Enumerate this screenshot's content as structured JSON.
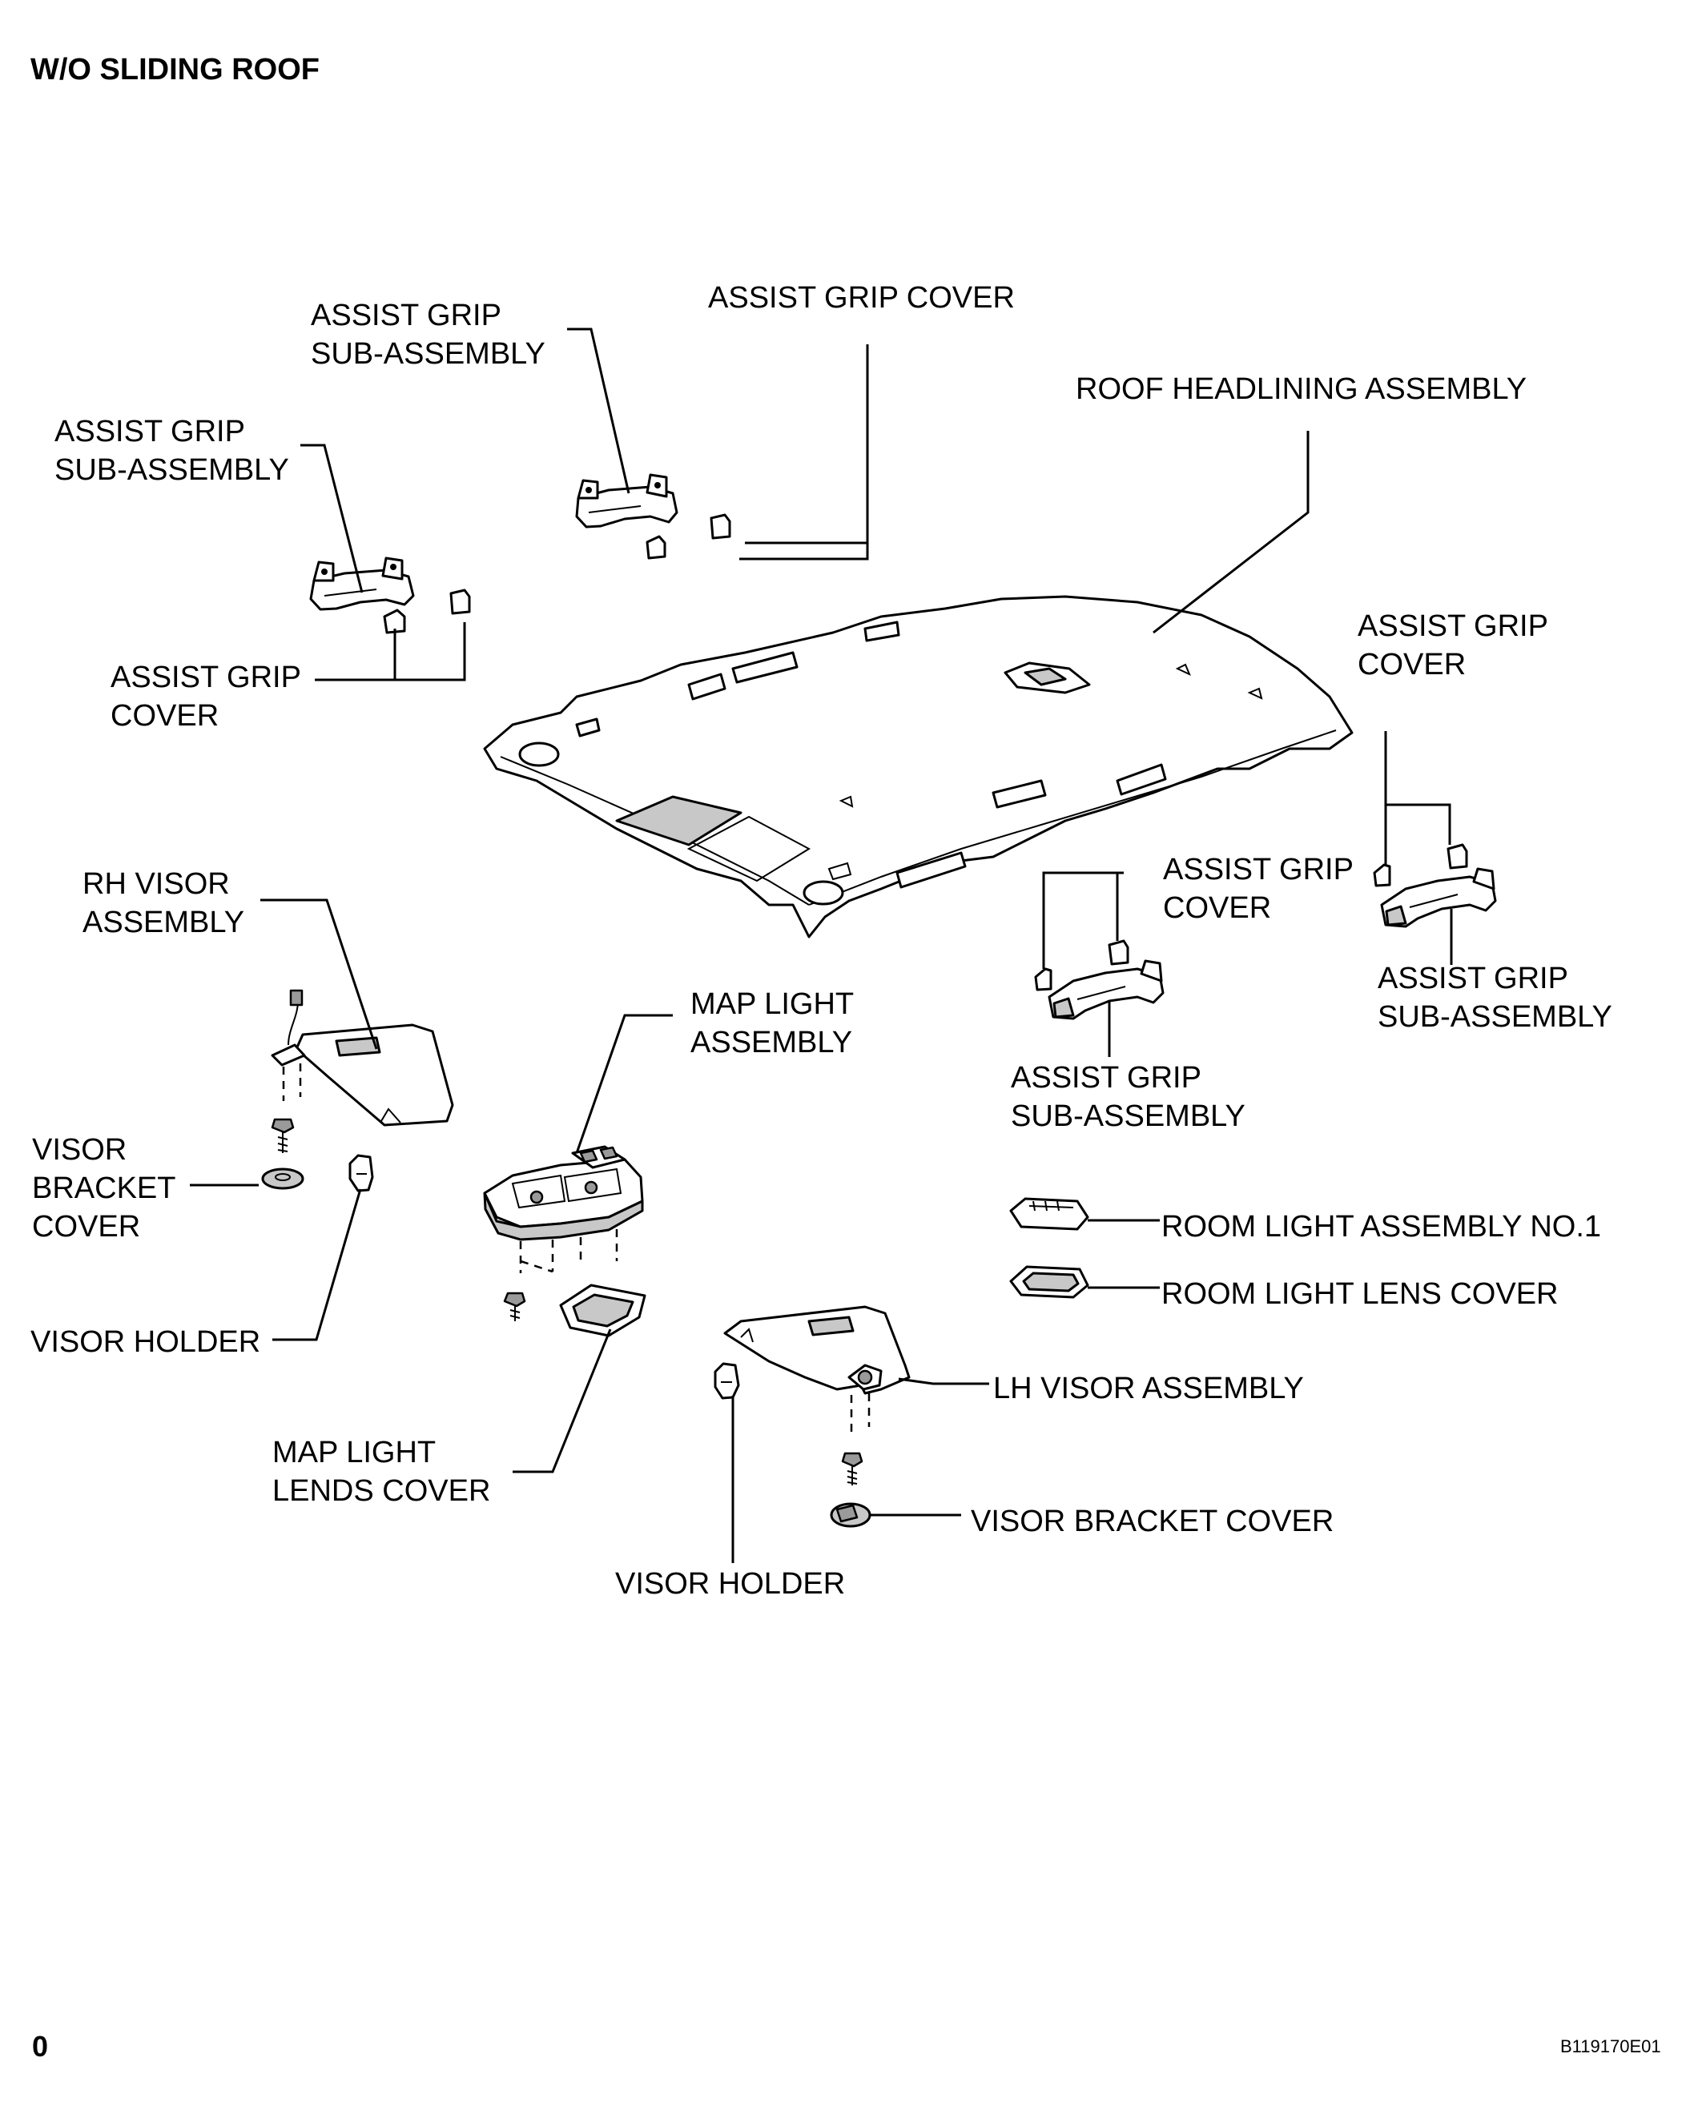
{
  "title": "W/O SLIDING ROOF",
  "labels": {
    "assist_grip_sub_assembly_top": "ASSIST GRIP\nSUB-ASSEMBLY",
    "assist_grip_cover_top": "ASSIST GRIP COVER",
    "roof_headlining_assembly": "ROOF HEADLINING ASSEMBLY",
    "assist_grip_sub_assembly_left": "ASSIST GRIP\nSUB-ASSEMBLY",
    "assist_grip_cover_left": "ASSIST GRIP\nCOVER",
    "assist_grip_cover_right": "ASSIST GRIP\nCOVER",
    "assist_grip_cover_mid_right": "ASSIST GRIP\nCOVER",
    "assist_grip_sub_assembly_right": "ASSIST GRIP\nSUB-ASSEMBLY",
    "assist_grip_sub_assembly_mid_right": "ASSIST GRIP\nSUB-ASSEMBLY",
    "rh_visor_assembly": "RH VISOR\nASSEMBLY",
    "map_light_assembly": "MAP LIGHT\nASSEMBLY",
    "visor_bracket_cover_left": "VISOR\nBRACKET\nCOVER",
    "visor_holder_left": "VISOR HOLDER",
    "room_light_assembly_no1": "ROOM LIGHT ASSEMBLY NO.1",
    "room_light_lens_cover": "ROOM LIGHT LENS COVER",
    "lh_visor_assembly": "LH VISOR ASSEMBLY",
    "map_light_lends_cover": "MAP LIGHT\nLENDS COVER",
    "visor_bracket_cover_right": "VISOR BRACKET COVER",
    "visor_holder_bottom": "VISOR HOLDER"
  },
  "page_number": "0",
  "figure_id": "B119170E01"
}
